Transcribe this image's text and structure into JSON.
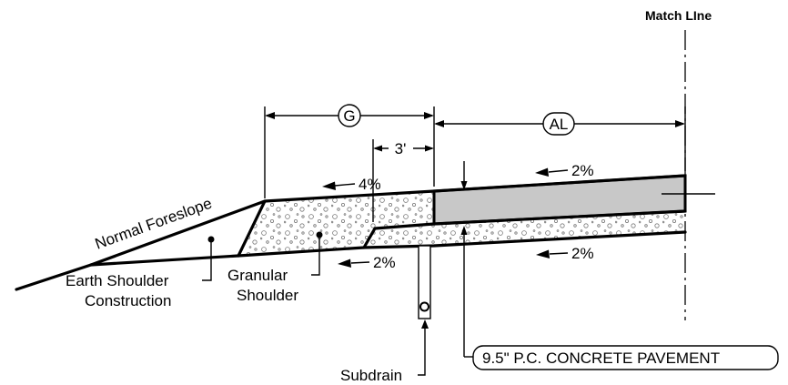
{
  "labels": {
    "match_line": "Match LIne",
    "dim_g": "G",
    "dim_al": "AL",
    "dim_3ft": "3'",
    "slope_shoulder_top": "4%",
    "slope_pavement_top": "2%",
    "slope_pavement_bottom": "2%",
    "slope_shoulder_bottom": "2%",
    "normal_foreslope": "Normal Foreslope",
    "earth_shoulder_line1": "Earth Shoulder",
    "earth_shoulder_line2": "Construction",
    "granular_line1": "Granular",
    "granular_line2": "Shoulder",
    "subdrain": "Subdrain",
    "pavement_callout": "9.5\" P.C. CONCRETE PAVEMENT"
  },
  "colors": {
    "pavement_fill": "#c8c8c8",
    "line": "#000000",
    "background": "#ffffff"
  }
}
